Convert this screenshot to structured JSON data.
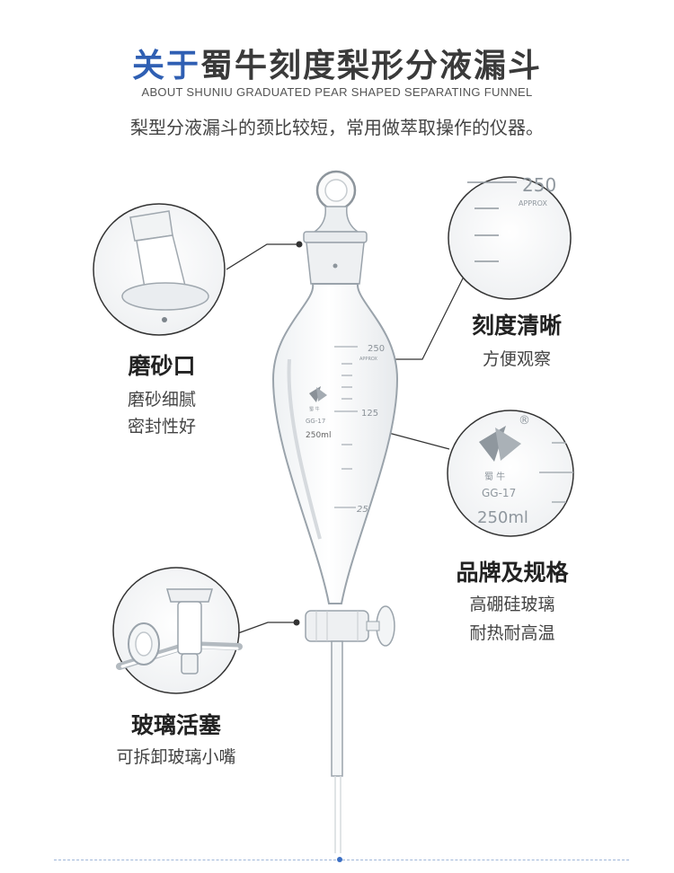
{
  "header": {
    "title_accent": "关于",
    "title_rest": "蜀牛刻度梨形分液漏斗",
    "subtitle": "ABOUT SHUNIU GRADUATED PEAR SHAPED SEPARATING FUNNEL",
    "description": "梨型分液漏斗的颈比较短，常用做萃取操作的仪器。"
  },
  "features": {
    "ground_mouth": {
      "title": "磨砂口",
      "line1": "磨砂细腻",
      "line2": "密封性好"
    },
    "graduation": {
      "title": "刻度清晰",
      "line1": "方便观察"
    },
    "brand": {
      "title": "品牌及规格",
      "line1": "高硼硅玻璃",
      "line2": "耐热耐高温"
    },
    "stopcock": {
      "title": "玻璃活塞",
      "line1": "可拆卸玻璃小嘴"
    }
  },
  "funnel_marks": {
    "top_mark": "250",
    "approx": "APPROX",
    "mid_mark": "125",
    "low_mark": "25",
    "logo_text": "蜀 牛",
    "model": "GG-17",
    "capacity": "250ml"
  },
  "zoom_scale": {
    "value": "250",
    "approx": "APPROX"
  },
  "zoom_brand": {
    "registered": "®",
    "logo_text": "蜀 牛",
    "model": "GG-17",
    "capacity": "250ml"
  },
  "colors": {
    "accent": "#2f5fb3",
    "glass_line": "#9aa3ab",
    "dot": "#3b6fc4"
  }
}
